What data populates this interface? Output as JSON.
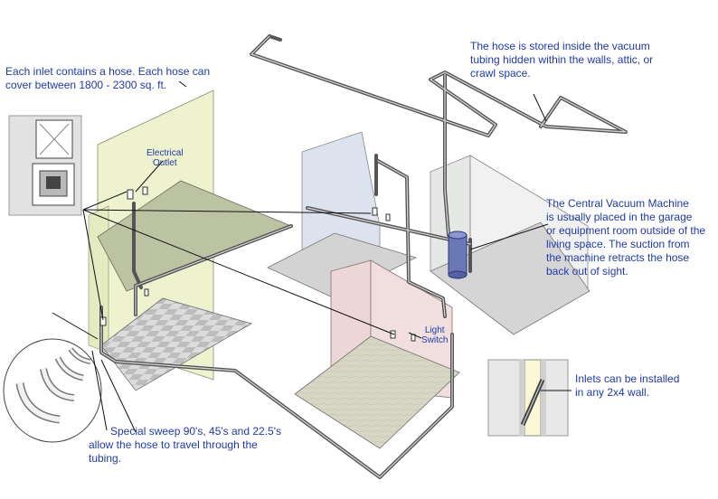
{
  "notes": {
    "inlet_hose": [
      "Each inlet contains a hose.  Each hose can",
      "cover between 1800 - 2300 sq. ft."
    ],
    "hose_storage": [
      "The hose is stored inside the vacuum",
      "tubing hidden within the walls, attic, or",
      "crawl space."
    ],
    "central_machine": [
      "The Central Vacuum Machine",
      "is usually placed in the garage",
      "or equipment room outside of the",
      "living space.  The suction from",
      "the machine retracts the hose",
      "back out of sight."
    ],
    "inlets_install": [
      "Inlets can be installed",
      "in any 2x4 wall."
    ],
    "sweeps": [
      "Special sweep 90's, 45's and 22.5's",
      "allow the hose to travel through the",
      "tubing."
    ]
  },
  "labels": {
    "electrical_outlet": [
      "Electrical",
      "Outlet"
    ],
    "light_switch": [
      "Light",
      "Switch"
    ]
  },
  "colors": {
    "note_text": "#1f3aa6",
    "tubing": "#555555",
    "wall_green": "#eef2cf",
    "wall_blue": "#dde3ee",
    "wall_pink": "#edd6d6",
    "machine": "#6b78b8"
  }
}
